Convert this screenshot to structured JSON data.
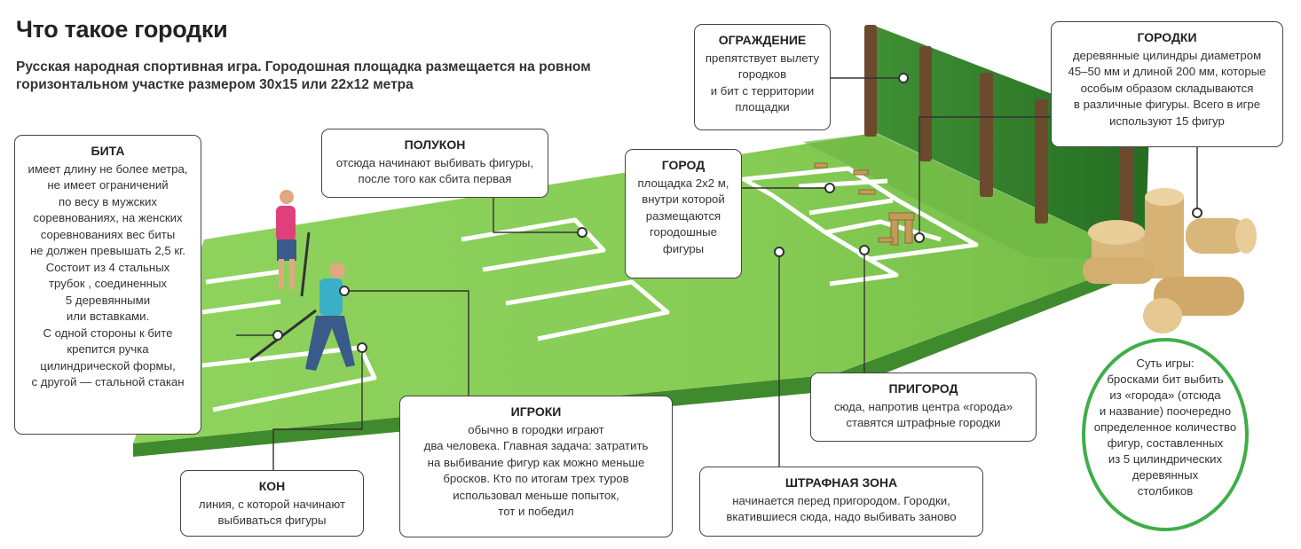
{
  "title": "Что такое городки",
  "subtitle": "Русская народная спортивная игра. Городошная площадка  размещается на ровном горизонтальном участке размером 30х15 или 22х12 метра",
  "callouts": {
    "bita": {
      "heading": "БИТА",
      "text": "имеет длину не более метра,\nне имеет ограничений\nпо весу в мужских\nсоревнованиях, на женских\nсоревнованиях вес биты\nне должен превышать 2,5 кг.\nСостоит из  4 стальных\nтрубок , соединенных\n5 деревянными\nили вставками.\nС одной стороны к бите\nкрепится ручка\nцилиндрической формы,\nс другой — стальной стакан"
    },
    "polukon": {
      "heading": "ПОЛУКОН",
      "text": "отсюда начинают выбивать фигуры,\nпосле того как сбита первая"
    },
    "gorod": {
      "heading": "ГОРОД",
      "text": "площадка 2х2 м,\nвнутри которой\nразмещаются\nгородошные\nфигуры"
    },
    "ograzhdenie": {
      "heading": "ОГРАЖДЕНИЕ",
      "text": "препятствует вылету\nгородков\nи бит с территории\nплощадки"
    },
    "gorodki": {
      "heading": "ГОРОДКИ",
      "text": "деревянные цилиндры диаметром\n45–50 мм и длиной 200 мм, которые\nособым образом складываются\nв различные фигуры. Всего в игре\nиспользуют 15 фигур"
    },
    "kon": {
      "heading": "КОН",
      "text": "линия, с которой начинают\nвыбиваться фигуры"
    },
    "igroki": {
      "heading": "ИГРОКИ",
      "text": "обычно в городки играют\nдва человека. Главная задача: затратить\nна выбивание фигур как можно меньше\nбросков. Кто по итогам трех туров\nиспользовал меньше попыток,\nтот и победил"
    },
    "prigorod": {
      "heading": "ПРИГОРОД",
      "text": "сюда, напротив центра «города»\nставятся штрафные городки"
    },
    "shtrafnaya": {
      "heading": "ШТРАФНАЯ ЗОНА",
      "text": "начинается перед пригородом. Городки,\nвкатившиеся сюда, надо выбивать заново"
    }
  },
  "essence": "Суть игры:\nбросками бит выбить\nиз «города» (отсюда\nи название) поочередно\nопределенное количество\nфигур, составленных\nиз 5 цилиндрических\nдеревянных\nстолбиков",
  "colors": {
    "field": "#8ccf5a",
    "field_side": "#3f8a2c",
    "fence": "#2f7a2a",
    "post": "#6b4a2e",
    "wood": "#d9b77a",
    "circle": "#3fae49"
  }
}
